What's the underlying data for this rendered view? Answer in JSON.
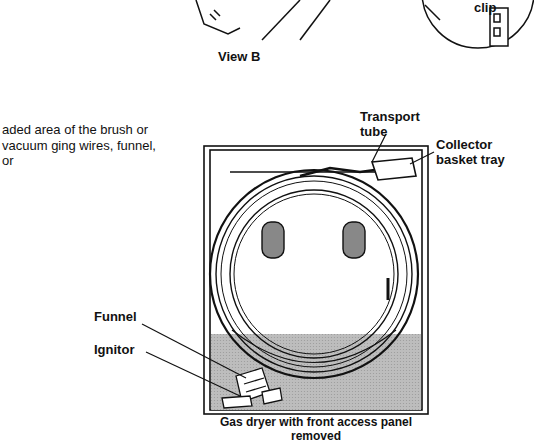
{
  "diagram": {
    "caption": "Gas dryer with front access panel removed",
    "labels": [
      "clip",
      "View B",
      "aded area of the brush or vacuum ging wires, funnel, or",
      "Transport tube",
      "Collector basket tray",
      "Funnel",
      "Ignitor"
    ]
  }
}
